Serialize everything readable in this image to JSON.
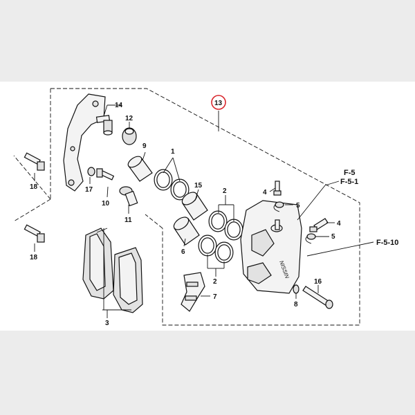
{
  "labels": {
    "p1": "1",
    "p2a": "2",
    "p2b": "2",
    "p3": "3",
    "p4a": "4",
    "p4b": "4",
    "p5a": "5",
    "p5b": "5",
    "p6": "6",
    "p7": "7",
    "p8": "8",
    "p9": "9",
    "p10": "10",
    "p11": "11",
    "p12": "12",
    "p13": "13",
    "p14": "14",
    "p15": "15",
    "p16": "16",
    "p17": "17",
    "p18a": "18",
    "p18b": "18"
  },
  "refs": {
    "f5": "F-5",
    "f51": "F-5-1",
    "f510": "F-5-10"
  },
  "caliper_marking": "NISSIN",
  "colors": {
    "background": "#ffffff",
    "band": "#ececec",
    "highlight": "#d8262c",
    "line": "#111111"
  }
}
